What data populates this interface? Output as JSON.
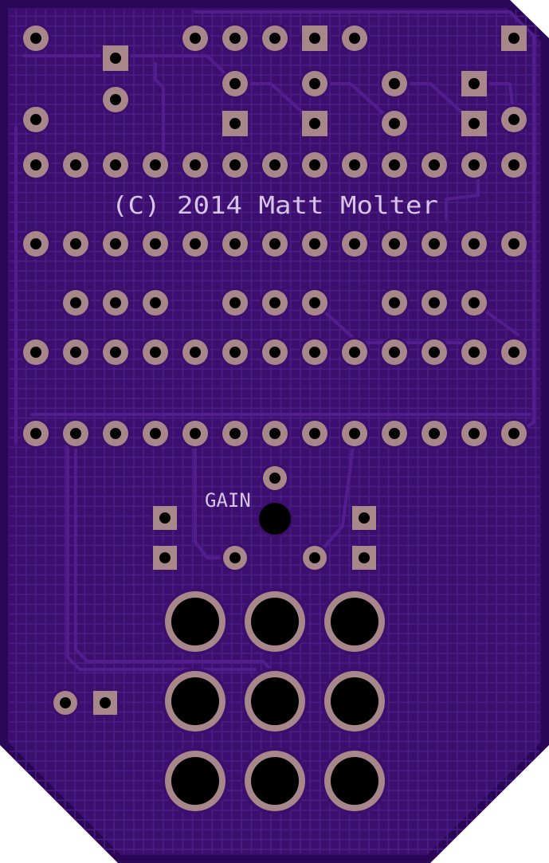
{
  "colors": {
    "board": "#3c0f6e",
    "board_edge": "#2a0656",
    "grid": "#4b1d86",
    "trace": "#521e8e",
    "copper": "#a8878b",
    "hole": "#000000",
    "silkscreen": "#d8c4e6"
  },
  "silkscreen": {
    "copyright": "(C) 2014 Matt Molter",
    "pot_label": "GAIN"
  },
  "components": [
    {
      "name": "header-top",
      "pads": [
        {
          "shape": "round"
        },
        {
          "shape": "round"
        },
        {
          "shape": "round"
        },
        {
          "shape": "round"
        },
        {
          "shape": "square"
        },
        {
          "shape": "round"
        },
        {
          "shape": "square"
        }
      ]
    },
    {
      "name": "resistor-small",
      "pads": [
        {
          "shape": "square"
        },
        {
          "shape": "round"
        }
      ]
    },
    {
      "name": "upper-parts",
      "pads": [
        {
          "shape": "round"
        },
        {
          "shape": "round"
        },
        {
          "shape": "square"
        },
        {
          "shape": "round"
        },
        {
          "shape": "square"
        },
        {
          "shape": "round"
        },
        {
          "shape": "round"
        },
        {
          "shape": "square"
        },
        {
          "shape": "square"
        },
        {
          "shape": "round"
        }
      ]
    },
    {
      "name": "pad-row-1",
      "count": 13
    },
    {
      "name": "pad-row-2",
      "count": 13
    },
    {
      "name": "pad-row-3-groups",
      "count": 9
    },
    {
      "name": "pad-row-4",
      "count": 13
    },
    {
      "name": "pad-row-5",
      "count": 13
    },
    {
      "name": "gain-pot",
      "pads": [
        {
          "shape": "round"
        },
        {
          "shape": "square"
        },
        {
          "shape": "square"
        },
        {
          "shape": "square"
        },
        {
          "shape": "round"
        },
        {
          "shape": "round"
        },
        {
          "shape": "square"
        }
      ]
    },
    {
      "name": "jacks",
      "count": 9
    },
    {
      "name": "power-pads",
      "pads": [
        {
          "shape": "round"
        },
        {
          "shape": "square"
        }
      ]
    }
  ]
}
